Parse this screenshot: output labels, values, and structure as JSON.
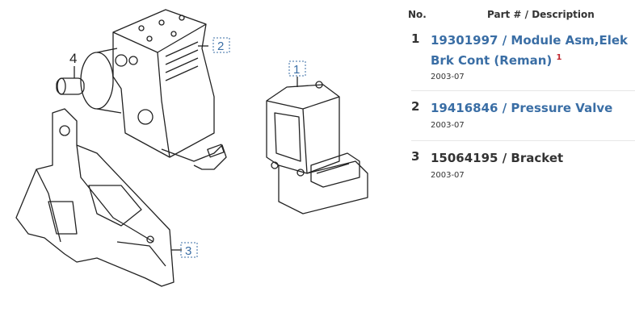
{
  "diagram": {
    "callouts": [
      "1",
      "2",
      "3",
      "4"
    ]
  },
  "table": {
    "headers": {
      "no": "No.",
      "desc": "Part # / Description"
    },
    "rows": [
      {
        "no": "1",
        "title": "19301997 / Module Asm,Elek Brk Cont (Reman)",
        "note": "1",
        "date": "2003-07",
        "link": true
      },
      {
        "no": "2",
        "title": "19416846 / Pressure Valve",
        "date": "2003-07",
        "link": true
      },
      {
        "no": "3",
        "title": "15064195 / Bracket",
        "date": "2003-07",
        "link": false
      }
    ]
  },
  "colors": {
    "link": "#3a6ea5",
    "note": "#c0262d"
  }
}
